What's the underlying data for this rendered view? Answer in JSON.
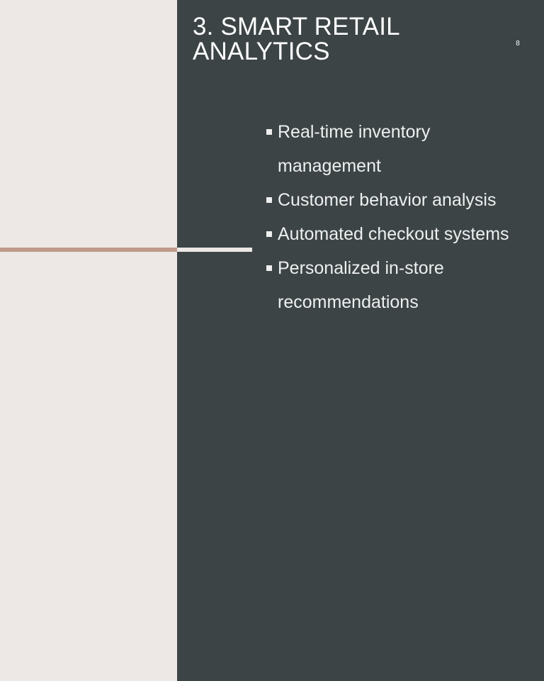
{
  "slide": {
    "title": "3. SMART RETAIL ANALYTICS",
    "page_number": "8",
    "bullets": [
      "Real-time inventory management",
      "Customer behavior analysis",
      "Automated checkout systems",
      "Personalized in-store recommendations"
    ]
  },
  "colors": {
    "left_background": "#ede8e5",
    "right_background": "#3c4446",
    "accent_line": "#bf9a88",
    "text": "#ffffff"
  }
}
